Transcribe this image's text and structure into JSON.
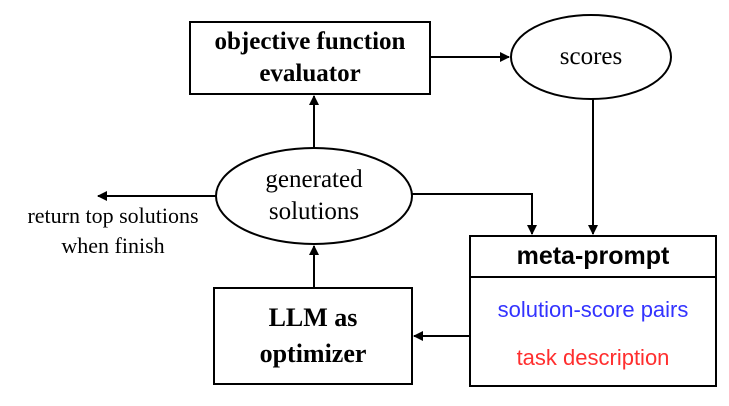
{
  "nodes": {
    "evaluator": {
      "line1": "objective function",
      "line2": "evaluator"
    },
    "scores": {
      "label": "scores"
    },
    "generated": {
      "line1": "generated",
      "line2": "solutions"
    },
    "meta_prompt": {
      "title": "meta-prompt",
      "pairs": "solution-score pairs",
      "task": "task description"
    },
    "llm": {
      "line1": "LLM as",
      "line2": "optimizer"
    }
  },
  "return_note": {
    "line1": "return top solutions",
    "line2": "when finish"
  },
  "colors": {
    "stroke": "#000000",
    "pairs_text": "#3333ff",
    "task_text": "#ff2e2e"
  }
}
